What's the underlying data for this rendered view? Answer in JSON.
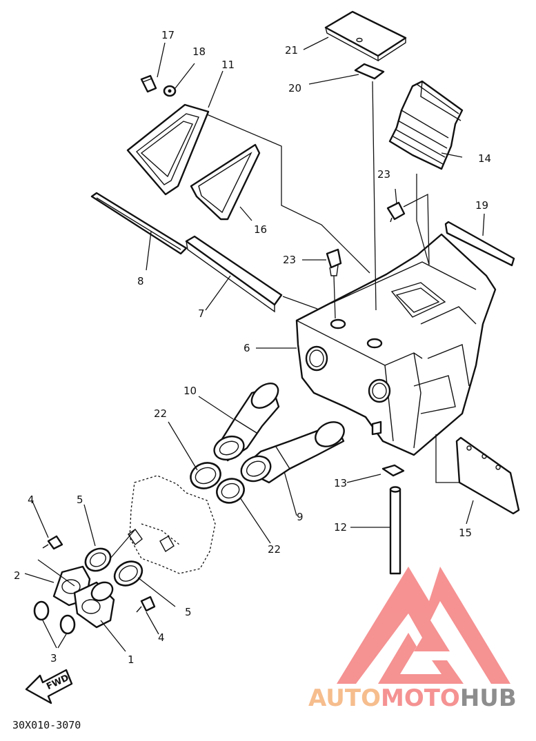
{
  "diagram": {
    "callouts": [
      {
        "id": "c1",
        "label": "1"
      },
      {
        "id": "c2",
        "label": "2"
      },
      {
        "id": "c3",
        "label": "3"
      },
      {
        "id": "c4a",
        "label": "4"
      },
      {
        "id": "c4b",
        "label": "4"
      },
      {
        "id": "c5a",
        "label": "5"
      },
      {
        "id": "c5b",
        "label": "5"
      },
      {
        "id": "c6",
        "label": "6"
      },
      {
        "id": "c7",
        "label": "7"
      },
      {
        "id": "c8",
        "label": "8"
      },
      {
        "id": "c9",
        "label": "9"
      },
      {
        "id": "c10",
        "label": "10"
      },
      {
        "id": "c11",
        "label": "11"
      },
      {
        "id": "c12",
        "label": "12"
      },
      {
        "id": "c13",
        "label": "13"
      },
      {
        "id": "c14",
        "label": "14"
      },
      {
        "id": "c15",
        "label": "15"
      },
      {
        "id": "c16",
        "label": "16"
      },
      {
        "id": "c17",
        "label": "17"
      },
      {
        "id": "c18",
        "label": "18"
      },
      {
        "id": "c19",
        "label": "19"
      },
      {
        "id": "c20",
        "label": "20"
      },
      {
        "id": "c21",
        "label": "21"
      },
      {
        "id": "c22a",
        "label": "22"
      },
      {
        "id": "c22b",
        "label": "22"
      },
      {
        "id": "c23a",
        "label": "23"
      },
      {
        "id": "c23b",
        "label": "23"
      }
    ],
    "fwd_label": "FWD",
    "diagram_code": "30X010-3070"
  },
  "watermark": {
    "part1": "AUTO",
    "part2": "MOTO",
    "part3": "HUB",
    "colors": {
      "auto": "#f5b27a",
      "moto": "#f47f7f",
      "hub": "#7a7a7a",
      "triangle": "#f47f7f"
    }
  }
}
